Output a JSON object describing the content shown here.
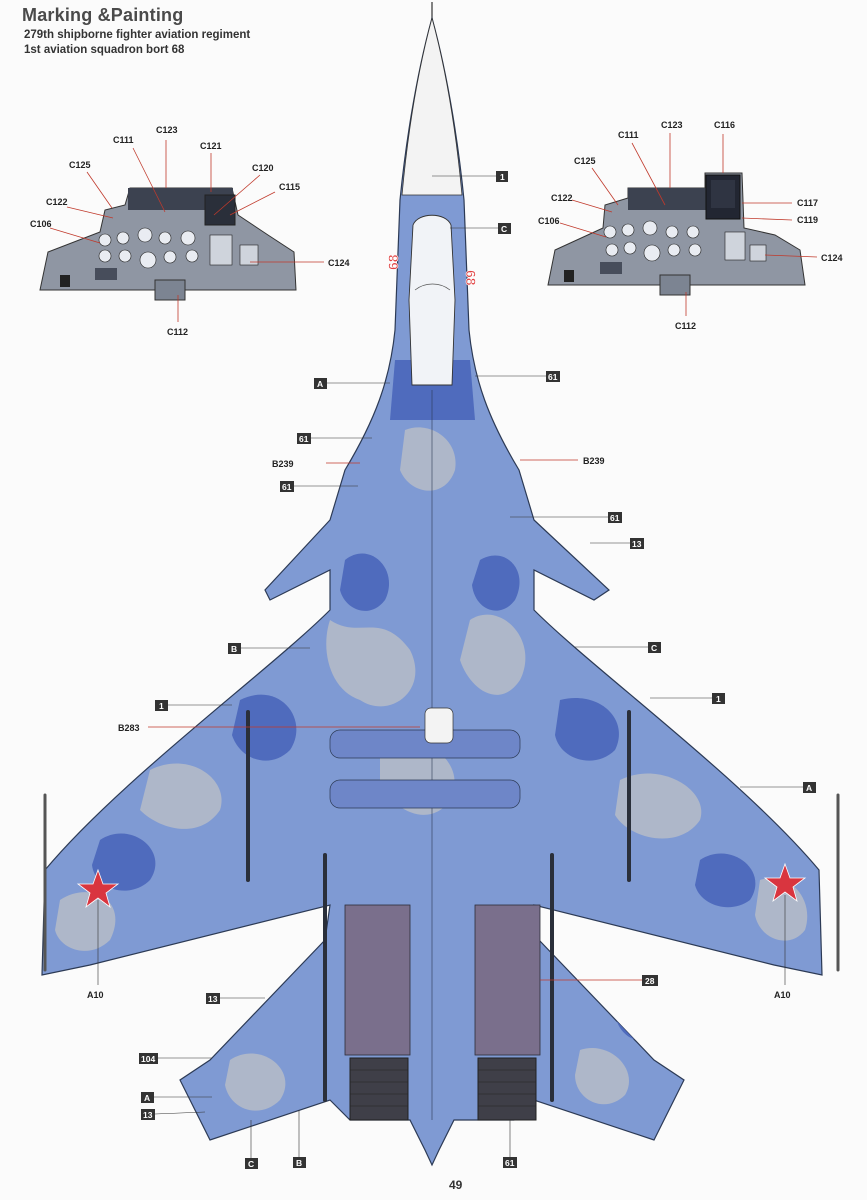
{
  "header": {
    "title": "Marking &Painting",
    "line1": "279th shipborne fighter aviation regiment",
    "line2": "1st aviation squadron bort 68"
  },
  "page_number": "49",
  "bort_number": "68",
  "colors": {
    "camo_base": "#7f9ad3",
    "camo_dark": "#4f6bbd",
    "camo_light": "#aeb7c9",
    "canopy": "#f1f3f7",
    "engine": "#7a6f8c",
    "star": "#d9353f",
    "panel": "#5a6374",
    "leader": "#c0392b"
  },
  "callouts": {
    "left_panel": {
      "c123": "C123",
      "c111": "C111",
      "c121": "C121",
      "c125": "C125",
      "c120": "C120",
      "c115": "C115",
      "c122": "C122",
      "c106": "C106",
      "c124": "C124",
      "c112": "C112"
    },
    "right_panel": {
      "c123": "C123",
      "c116": "C116",
      "c111": "C111",
      "c125": "C125",
      "c117": "C117",
      "c122": "C122",
      "c119": "C119",
      "c106": "C106",
      "c124": "C124",
      "c112": "C112"
    },
    "aircraft": {
      "nose_1": "1",
      "canopy_c": "C",
      "fwd_a": "A",
      "fwd_61_r": "61",
      "strake_61_l": "61",
      "b239_l": "B239",
      "b239_r": "B239",
      "strake_61_l2": "61",
      "canard_61_r": "61",
      "canard_13_r": "13",
      "wing_b_l": "B",
      "wing_c_r": "C",
      "wing_1_l": "1",
      "wing_1_r": "1",
      "b283": "B283",
      "wing_a_r": "A",
      "star_a10_l": "A10",
      "star_a10_r": "A10",
      "engine_28": "28",
      "tail_13_l": "13",
      "tail_104_l": "104",
      "tail_a_l": "A",
      "tail_13_l2": "13",
      "tail_c_l": "C",
      "tail_b_l": "B",
      "nozzle_61": "61"
    }
  }
}
